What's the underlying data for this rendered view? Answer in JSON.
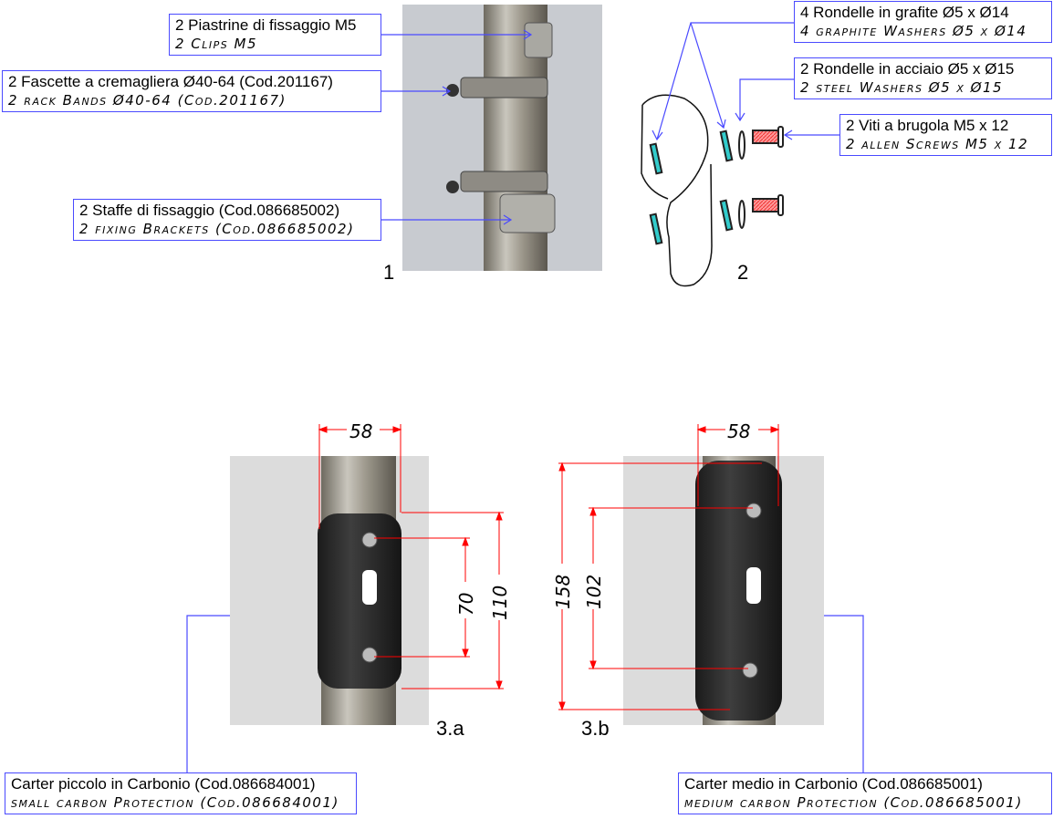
{
  "figures": {
    "fig1": "1",
    "fig2": "2",
    "fig3a": "3.a",
    "fig3b": "3.b"
  },
  "labels": [
    {
      "it": "2 Piastrine di fissaggio M5",
      "en": "2 Clips M5"
    },
    {
      "it": "2 Fascette a cremagliera Ø40-64 (Cod.201167)",
      "en": "2 rack Bands Ø40-64 (Cod.201167)"
    },
    {
      "it": "2 Staffe di fissaggio (Cod.086685002)",
      "en": "2 fixing Brackets (Cod.086685002)"
    },
    {
      "it": "4 Rondelle in grafite Ø5 x Ø14",
      "en": "4 graphite Washers Ø5 x Ø14"
    },
    {
      "it": "2 Rondelle in acciaio Ø5 x Ø15",
      "en": "2 steel Washers Ø5 x Ø15"
    },
    {
      "it": "2 Viti a brugola M5 x 12",
      "en": "2 allen Screws M5 x 12"
    },
    {
      "it": "Carter piccolo in Carbonio (Cod.086684001)",
      "en": "small carbon Protection (Cod.086684001)"
    },
    {
      "it": "Carter medio in Carbonio (Cod.086685001)",
      "en": "medium carbon Protection (Cod.086685001)"
    }
  ],
  "dimensions": {
    "a_width": "58",
    "a_holes": "70",
    "a_length": "110",
    "b_width": "58",
    "b_length": "158",
    "b_holes": "102"
  },
  "colors": {
    "leader": "#4a4aff",
    "dimension": "#ff0000",
    "washer": "#33cccc",
    "screw": "#ff6666"
  }
}
